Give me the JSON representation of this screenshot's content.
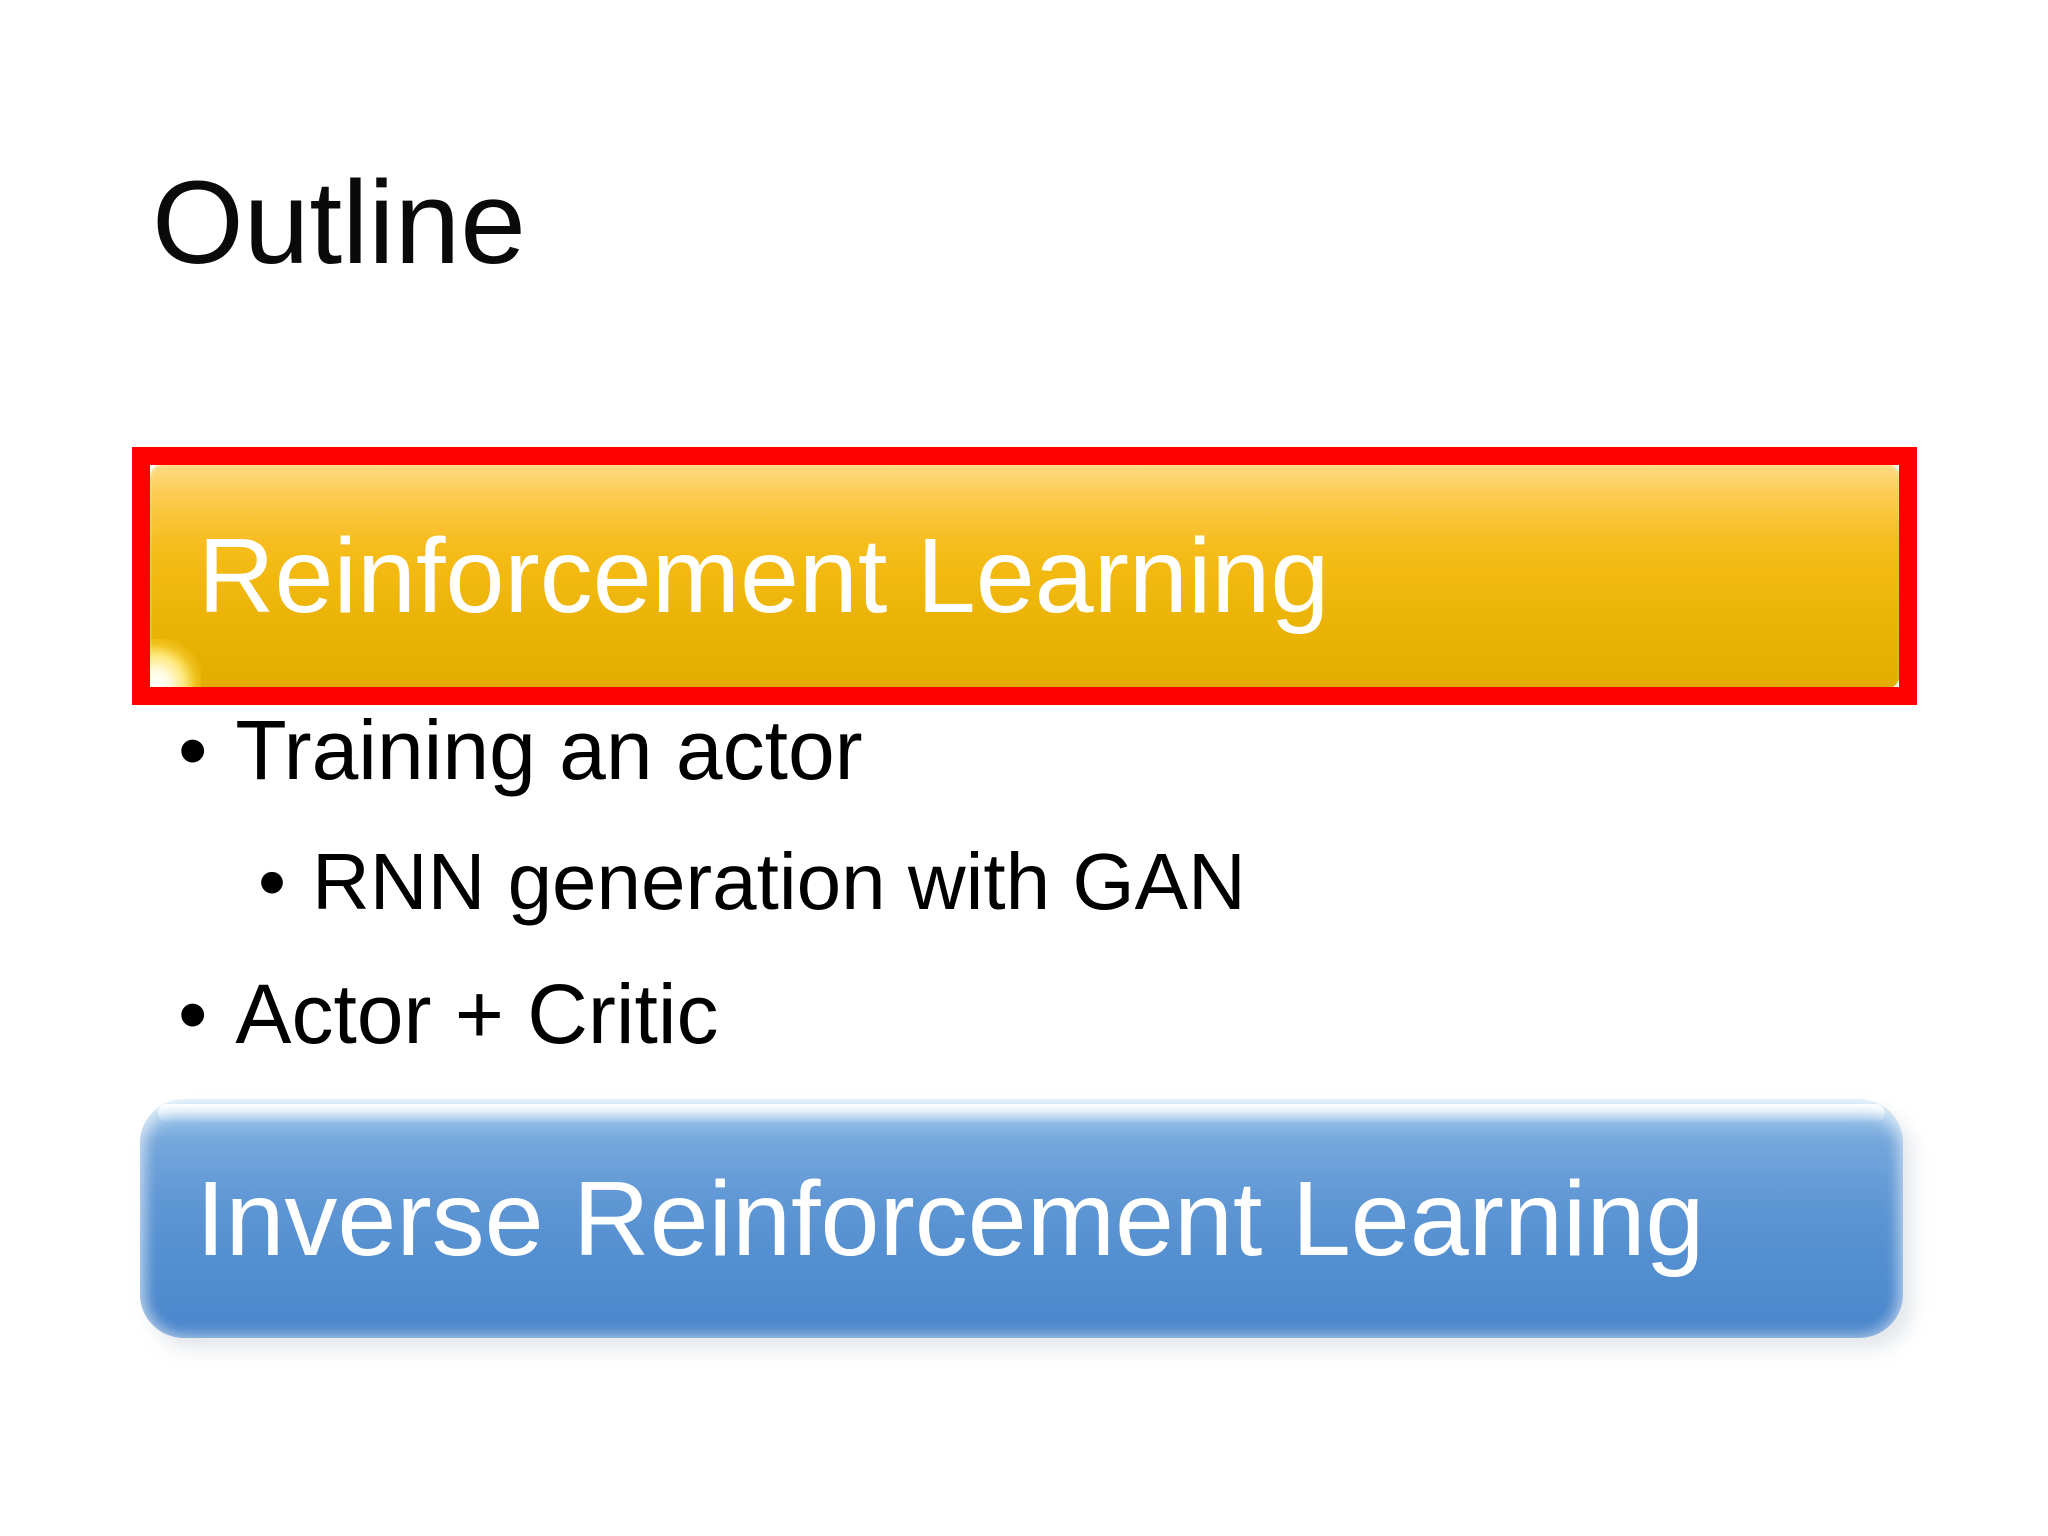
{
  "slide": {
    "title": "Outline",
    "background_color": "#FFFFFF",
    "text_color": "#000000"
  },
  "sections": [
    {
      "id": "reinforcement-learning",
      "label": "Reinforcement Learning",
      "highlighted": true,
      "highlight_border_color": "#FE0101",
      "box_color": "#F4BA14",
      "text_color": "#FFFFFF"
    },
    {
      "id": "inverse-reinforcement-learning",
      "label": "Inverse Reinforcement Learning",
      "highlighted": false,
      "box_color": "#5590D1",
      "text_color": "#FFFFFF"
    }
  ],
  "bullets": [
    {
      "level": 1,
      "marker": "•",
      "text": "Training an actor"
    },
    {
      "level": 2,
      "marker": "•",
      "text": "RNN generation with GAN"
    },
    {
      "level": 1,
      "marker": "•",
      "text": "Actor + Critic"
    }
  ]
}
